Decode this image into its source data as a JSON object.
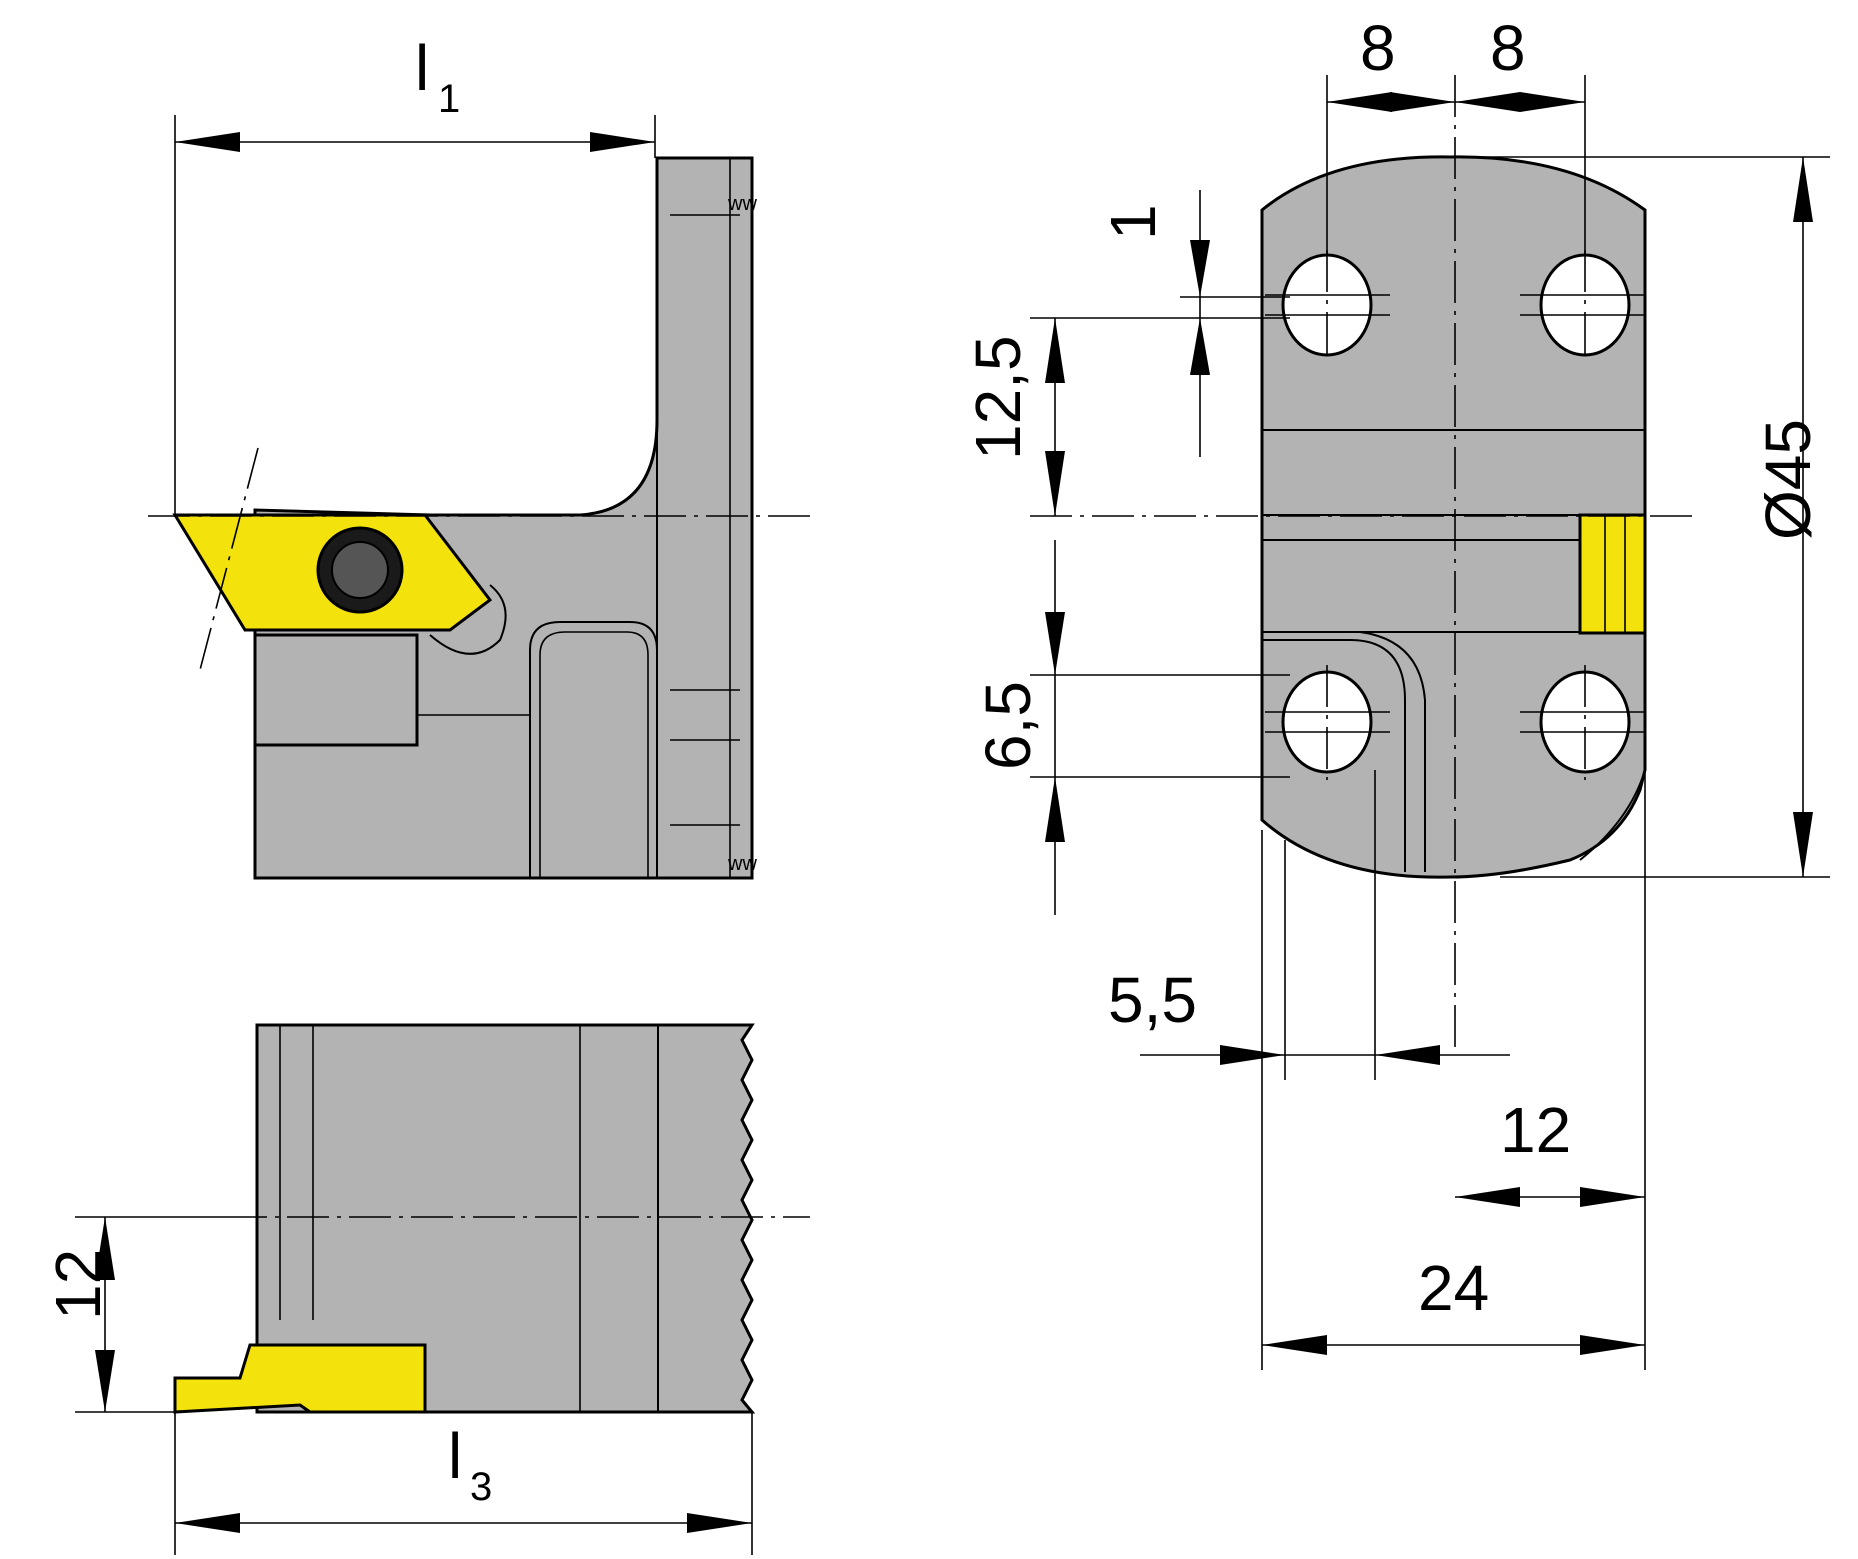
{
  "dimensions": {
    "l1": {
      "main": "l",
      "sub": "1"
    },
    "l3": {
      "main": "l",
      "sub": "3"
    },
    "d12_side": "12",
    "d8_left": "8",
    "d8_right": "8",
    "d1": "1",
    "d12_5": "12,5",
    "d6_5": "6,5",
    "d5_5": "5,5",
    "diameter": "Ø45",
    "d12_bottom": "12",
    "d24": "24"
  },
  "colors": {
    "body": "#b3b3b3",
    "insert": "#f3e20b",
    "line": "#000000"
  }
}
